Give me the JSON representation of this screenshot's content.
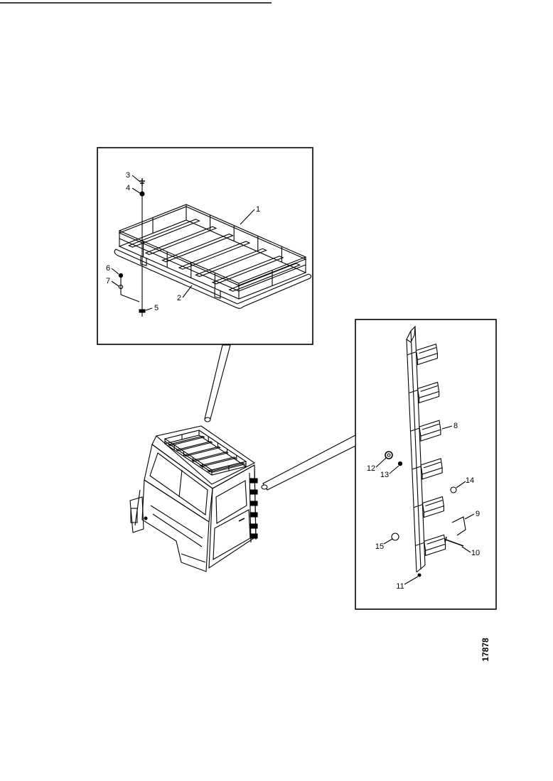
{
  "figure_number": "17878",
  "roof_rack_view": {
    "callouts": [
      "3",
      "4",
      "1",
      "6",
      "7",
      "2",
      "5"
    ]
  },
  "ladder_view": {
    "callouts": [
      "8",
      "12",
      "13",
      "14",
      "9",
      "15",
      "10",
      "11"
    ]
  }
}
